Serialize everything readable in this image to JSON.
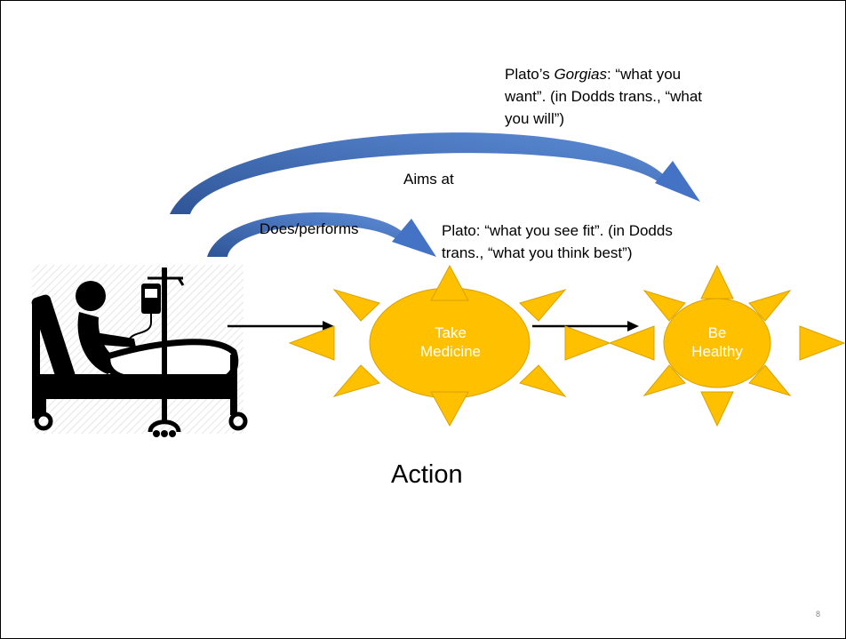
{
  "notes": {
    "gorgias_line1_pre": "Plato’s ",
    "gorgias_title": "Gorgias",
    "gorgias_line1_post": ": “what you",
    "gorgias_line2": "want”. (in Dodds trans., “what",
    "gorgias_line3": "you will”)",
    "aims_at": "Aims at",
    "does_performs": "Does/performs",
    "seefit_line1": "Plato: “what you see fit”. (in Dodds",
    "seefit_line2": "trans., “what you think best”)"
  },
  "nodes": {
    "take_line1": "Take",
    "take_line2": "Medicine",
    "healthy_line1": "Be",
    "healthy_line2": "Healthy"
  },
  "caption": "Action",
  "page_number": "8",
  "colors": {
    "sun_fill": "#FFC000",
    "sun_stroke": "#D9A200",
    "arc_blue": "#4472C4",
    "arc_blue_dark": "#2F5597",
    "label_text": "#FFFFFF"
  },
  "icons": {
    "patient": "patient-in-hospital-bed-with-iv-drip-icon"
  }
}
